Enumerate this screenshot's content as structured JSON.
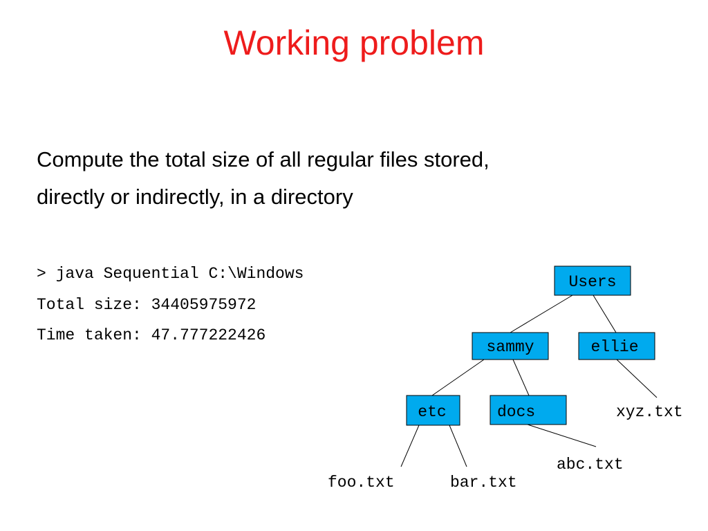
{
  "title": "Working problem",
  "body": {
    "line1": "Compute the total size of all regular files stored,",
    "line2": "directly or indirectly,  in a directory"
  },
  "console": {
    "command": "> java Sequential C:\\Windows",
    "total": "Total size: 34405975972",
    "time": "Time taken: 47.777222426"
  },
  "tree": {
    "directory_fill": "#00aaee",
    "directory_stroke": "#000000",
    "nodes": {
      "users": "Users",
      "sammy": "sammy",
      "ellie": "ellie",
      "etc": "etc",
      "docs": "docs",
      "xyz": "xyz.txt",
      "abc": "abc.txt",
      "foo": "foo.txt",
      "bar": "bar.txt"
    }
  }
}
